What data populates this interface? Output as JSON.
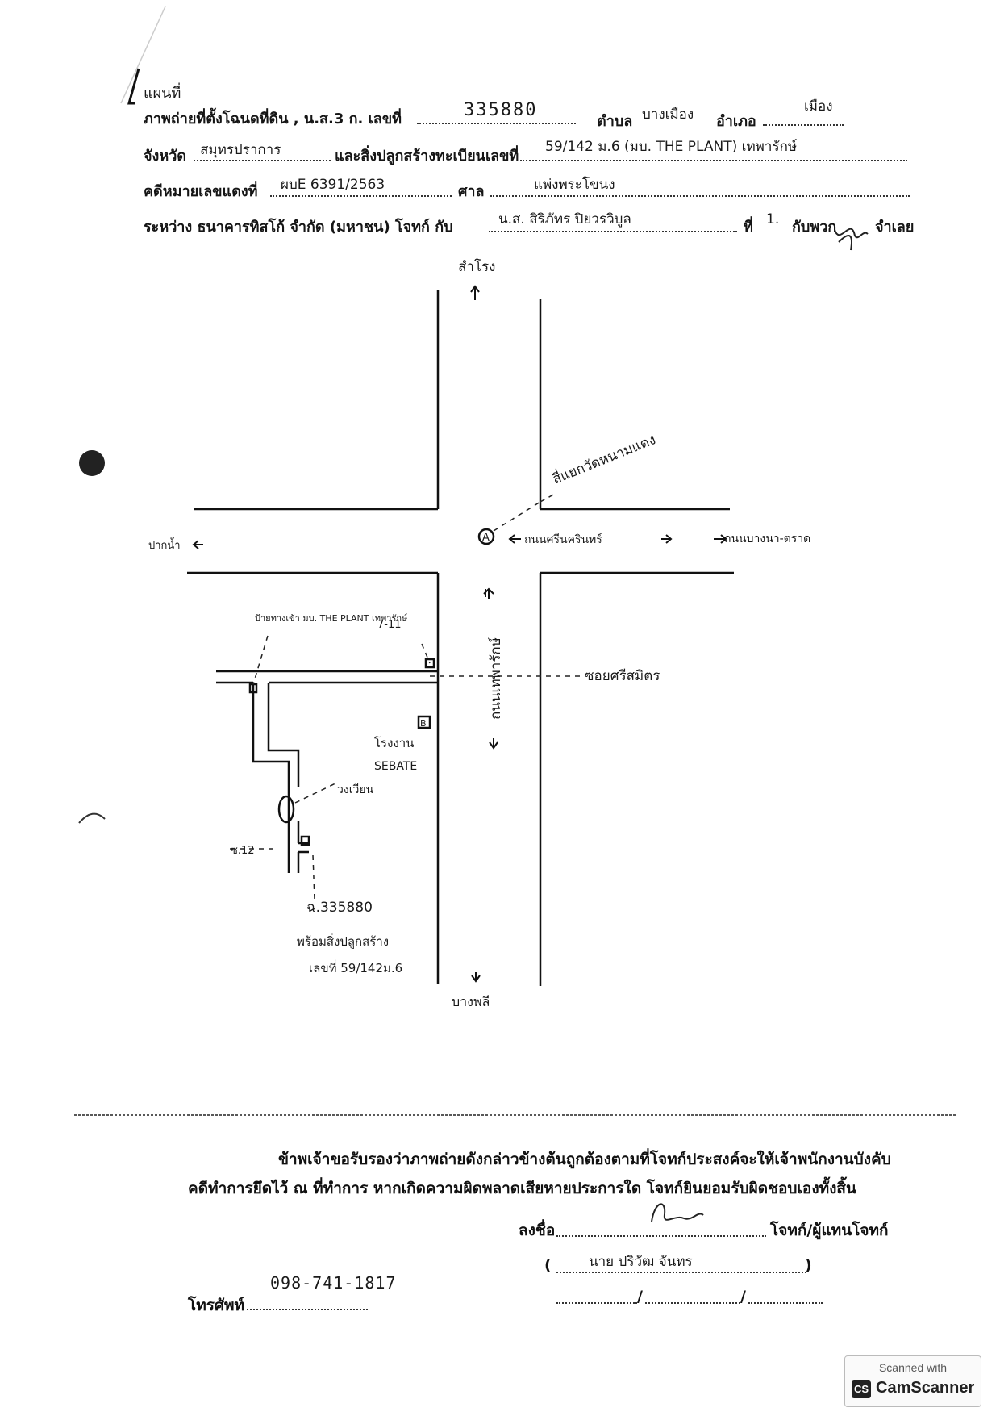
{
  "header": {
    "title": "แผนที่",
    "line1": {
      "label_a": "ภาพถ่ายที่ตั้งโฉนดที่ดิน , น.ส.3 ก. เลขที่",
      "deed_no": "335880",
      "label_b": "ตำบล",
      "subdistrict": "บางเมือง",
      "label_c": "อำเภอ",
      "district": "เมือง"
    },
    "line2": {
      "label_a": "จังหวัด",
      "province": "สมุทรปราการ",
      "label_b": "และสิ่งปลูกสร้างทะเบียนเลขที่",
      "house_no": "59/142 ม.6 (มบ. THE PLANT) เทพารักษ์"
    },
    "line3": {
      "label_a": "คดีหมายเลขแดงที่",
      "case_no": "ผบE 6391/2563",
      "label_b": "ศาล",
      "court": "แพ่งพระโขนง"
    },
    "line4": {
      "label_a": "ระหว่าง ธนาคารทิสโก้ จำกัด (มหาชน) โจทก์ กับ",
      "defendant": "น.ส. สิริภัทร ปิยวรวิบูล",
      "label_b": "ที่",
      "defendant_no": "1.",
      "label_c": "กับพวก",
      "label_d": "จำเลย"
    }
  },
  "map": {
    "north": "สำโรง",
    "south": "บางพลี",
    "west": "ปากน้ำ",
    "east_road": "ถนนบางนา-ตราด",
    "intersection": "สี่แยกวัดหนามแดง",
    "cross_road": "ถนนศรีนครินทร์",
    "main_road": "ถนนเทพารักษ์",
    "soi": "ซอยศรีสมิตร",
    "seven_eleven": "7-11",
    "village_sign": "ป้ายทางเข้า มบ. THE PLANT เทพารักษ์",
    "factory_l1": "โรงงาน",
    "factory_l2": "SEBATE",
    "roundabout": "วงเวียน",
    "soi_no": "ซ.12",
    "target_l1": "ฉ.335880",
    "target_l2": "พร้อมสิ่งปลูกสร้าง",
    "target_l3": "เลขที่ 59/142ม.6",
    "marker_a": "A",
    "marker_b": "B"
  },
  "footer": {
    "cert_line1": "ข้าพเจ้าขอรับรองว่าภาพถ่ายดังกล่าวข้างต้นถูกต้องตามที่โจทก์ประสงค์จะให้เจ้าพนักงานบังคับ",
    "cert_line2": "คดีทำการยึดไว้ ณ ที่ทำการ หากเกิดความผิดพลาดเสียหายประการใด โจทก์ยินยอมรับผิดชอบเองทั้งสิ้น",
    "sign_label": "ลงชื่อ",
    "sign_role": "โจทก์/ผู้แทนโจทก์",
    "signer_name": "นาย ปริวัฒ จันทร",
    "date_slash": "/",
    "phone_label": "โทรศัพท์",
    "phone": "098-741-1817"
  },
  "watermark": {
    "line1": "Scanned with",
    "brand": "CamScanner",
    "logo": "CS"
  }
}
